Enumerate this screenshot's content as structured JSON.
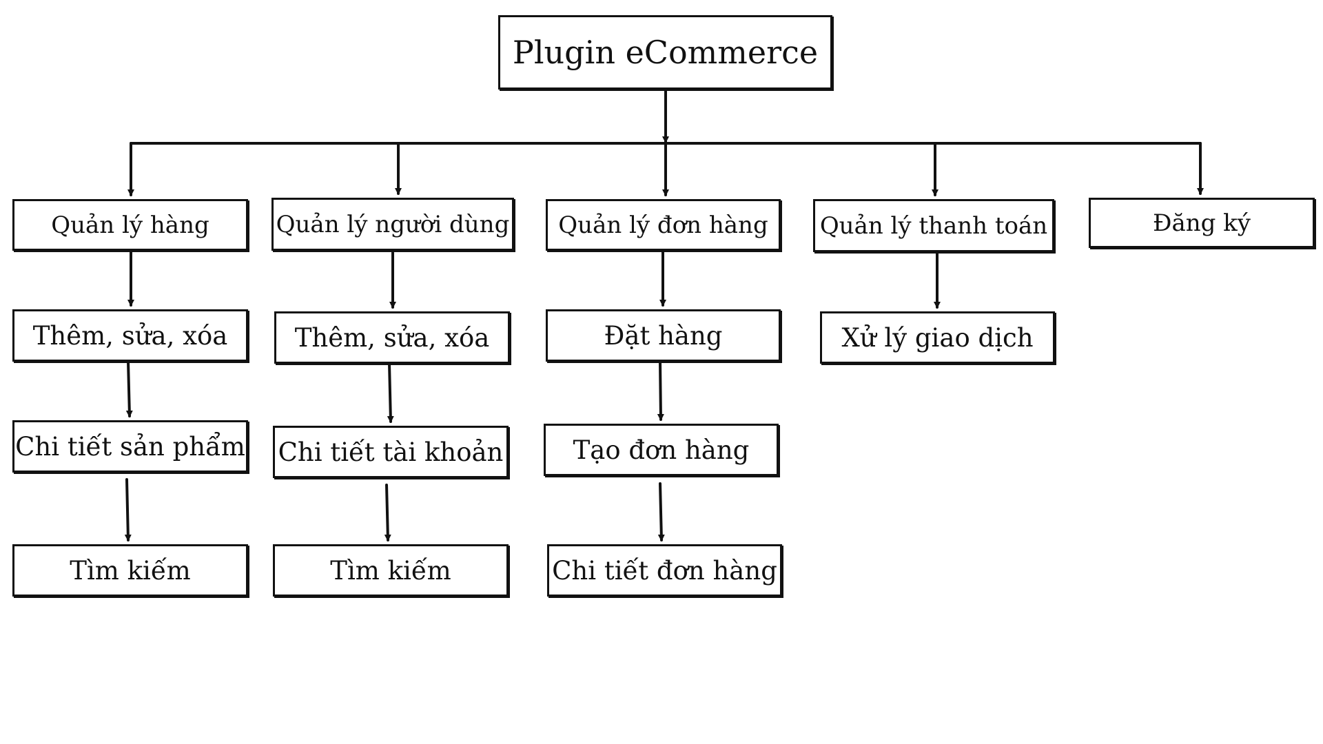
{
  "diagram": {
    "root": "Plugin eCommerce",
    "branches": [
      {
        "label": "Quản lý hàng",
        "children": [
          "Thêm, sửa, xóa",
          "Chi tiết sản phẩm",
          "Tìm kiếm"
        ]
      },
      {
        "label": "Quản lý người dùng",
        "children": [
          "Thêm, sửa, xóa",
          "Chi tiết tài khoản",
          "Tìm kiếm"
        ]
      },
      {
        "label": "Quản lý đơn hàng",
        "children": [
          "Đặt hàng",
          "Tạo đơn hàng",
          "Chi tiết đơn hàng"
        ]
      },
      {
        "label": "Quản lý thanh toán",
        "children": [
          "Xử lý giao dịch"
        ]
      },
      {
        "label": "Đăng ký",
        "children": []
      }
    ]
  },
  "colors": {
    "stroke": "#111111",
    "background": "#ffffff"
  }
}
